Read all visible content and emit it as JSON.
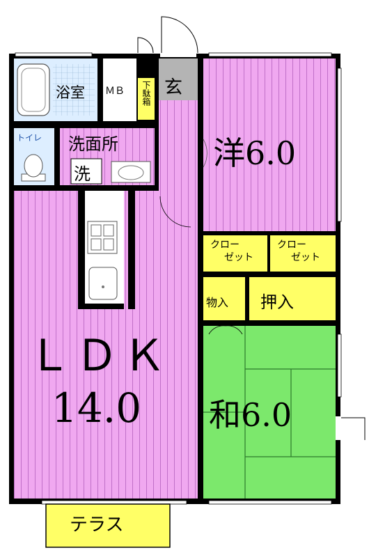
{
  "rooms": {
    "ldk": {
      "label": "ＬＤＫ",
      "size": "14.0"
    },
    "western": {
      "label": "洋6.0"
    },
    "japanese": {
      "label": "和6.0"
    },
    "bath": {
      "label": "浴室"
    },
    "mb": {
      "label": "ＭＢ"
    },
    "shoebox": {
      "label": "下駄箱"
    },
    "entrance": {
      "label": "玄"
    },
    "toilet": {
      "label": "トイレ"
    },
    "washroom": {
      "label": "洗面所"
    },
    "washer": {
      "label": "洗"
    },
    "closet1": {
      "line1": "クロー",
      "line2": "ゼット"
    },
    "closet2": {
      "line1": "クロー",
      "line2": "ゼット"
    },
    "storage": {
      "label": "物入"
    },
    "oshiire": {
      "label": "押入"
    },
    "terrace": {
      "label": "テラス"
    }
  },
  "colors": {
    "pink": "#F0A8F0",
    "pink_stripe": "#C070C8",
    "green": "#7CE86C",
    "green_line": "#2C7A2C",
    "yellow": "#FFFF66",
    "light_blue": "#DDEEFF",
    "gray": "#B4B4B4",
    "wall": "#000000"
  }
}
